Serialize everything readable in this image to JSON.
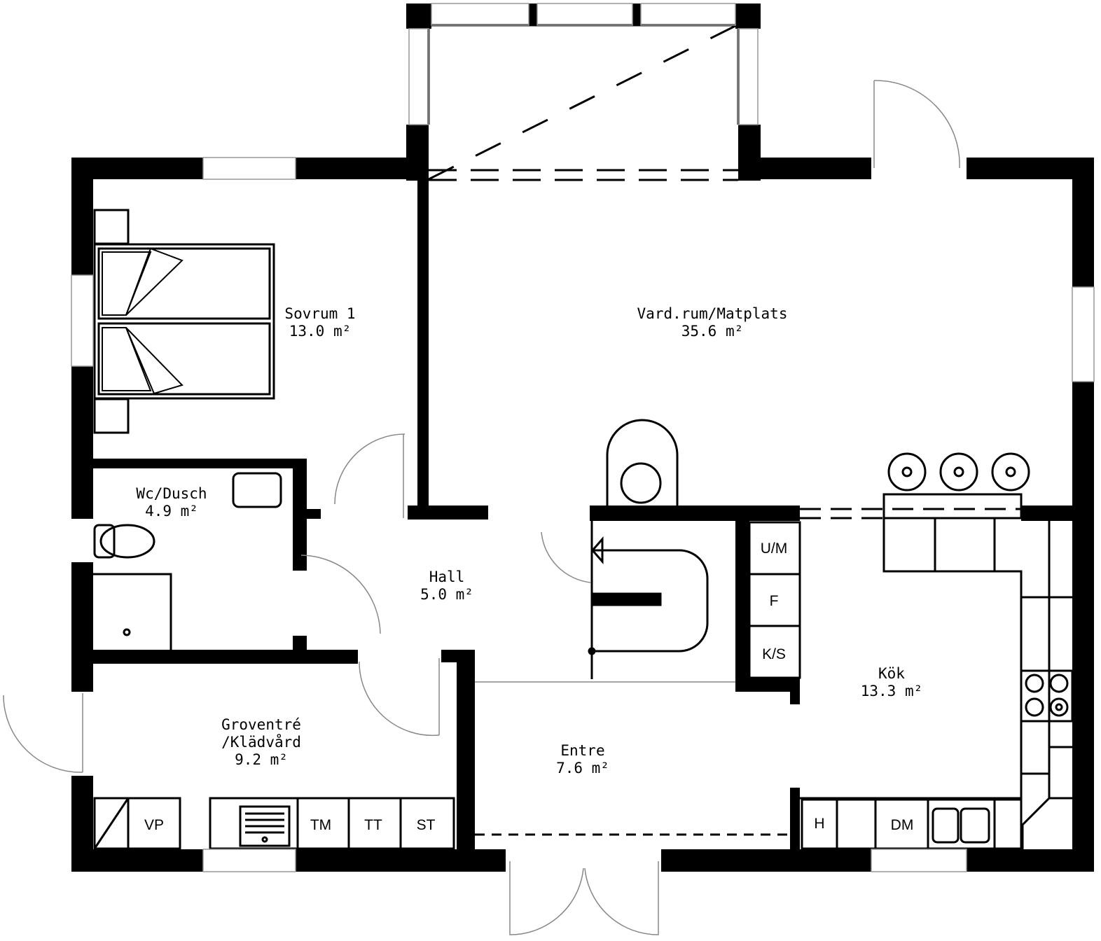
{
  "plan": {
    "rooms": [
      {
        "name": "Sovrum 1",
        "area": "13.0 m²"
      },
      {
        "name": "Vard.rum/Matplats",
        "area": "35.6 m²"
      },
      {
        "name": "Wc/Dusch",
        "area": "4.9 m²"
      },
      {
        "name": "Hall",
        "area": "5.0 m²"
      },
      {
        "name": "Groventré",
        "name2": "/Klädvård",
        "area": "9.2 m²"
      },
      {
        "name": "Entre",
        "area": "7.6 m²"
      },
      {
        "name": "Kök",
        "area": "13.3 m²"
      }
    ],
    "appliances": {
      "vp": "VP",
      "tm": "TM",
      "tt": "TT",
      "st": "ST",
      "um": "U/M",
      "f": "F",
      "ks": "K/S",
      "h": "H",
      "dm": "DM"
    },
    "colors": {
      "wall": "#000000",
      "background": "#ffffff",
      "thin_line": "#999999"
    }
  }
}
